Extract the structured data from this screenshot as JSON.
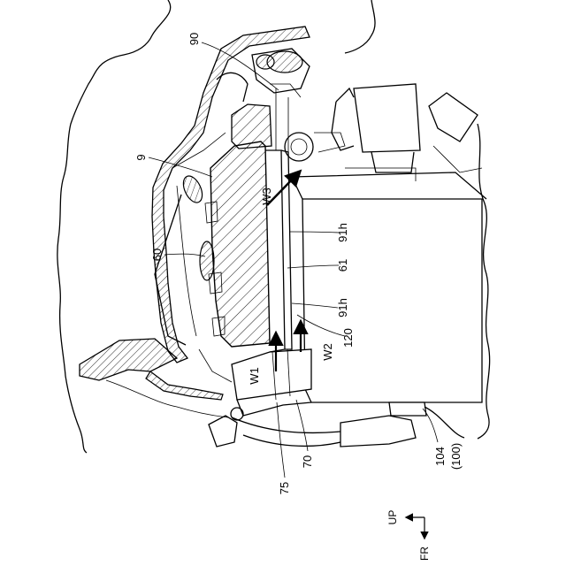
{
  "figure": {
    "labels": {
      "l90": "90",
      "l9": "9",
      "l60": "60",
      "l61": "61",
      "l91h_a": "91h",
      "l91h_b": "91h",
      "l120": "120",
      "lW1": "W1",
      "lW2": "W2",
      "lW3": "W3",
      "l70": "70",
      "l75": "75",
      "l104": "104",
      "l100": "(100)"
    },
    "orientation": {
      "up": "UP",
      "fr": "FR"
    }
  },
  "colors": {
    "line": "#000000",
    "background": "#ffffff"
  }
}
